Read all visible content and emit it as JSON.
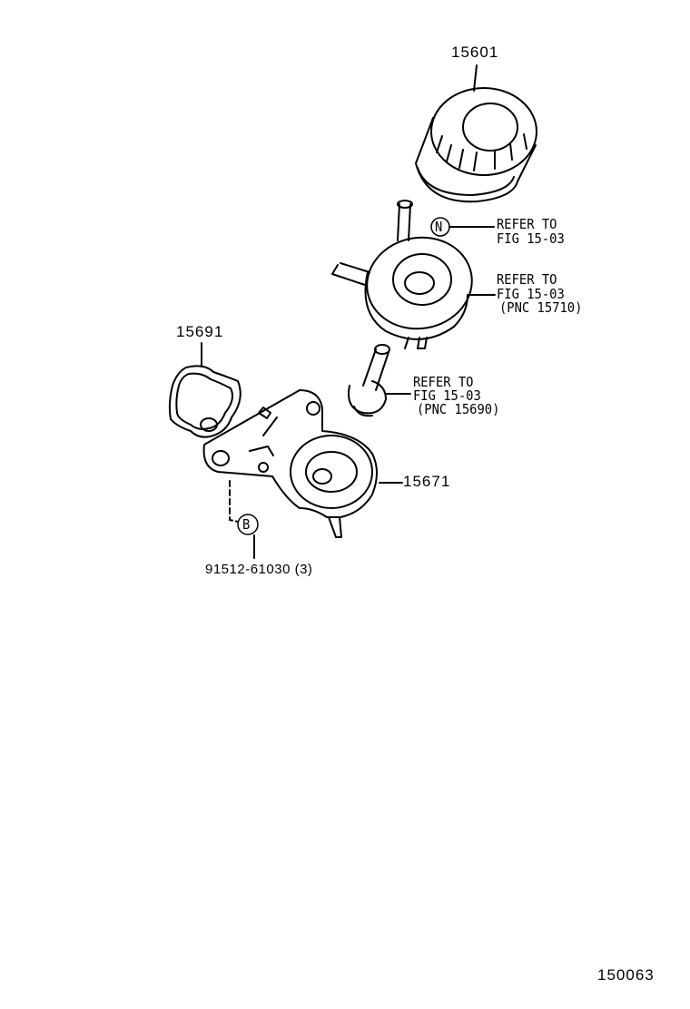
{
  "diagram": {
    "figure_number": "150063",
    "parts": [
      {
        "part_no": "15601"
      },
      {
        "part_no": "15691"
      },
      {
        "part_no": "15671"
      },
      {
        "part_no": "91512-61030 (3)",
        "callout": "B"
      }
    ],
    "references": [
      {
        "callout": "N",
        "line1": "REFER TO",
        "line2": "FIG 15-03"
      },
      {
        "line1": "REFER TO",
        "line2": "FIG 15-03",
        "line3": "(PNC 15710)"
      },
      {
        "line1": "REFER TO",
        "line2": "FIG 15-03",
        "line3": "(PNC 15690)"
      }
    ]
  }
}
